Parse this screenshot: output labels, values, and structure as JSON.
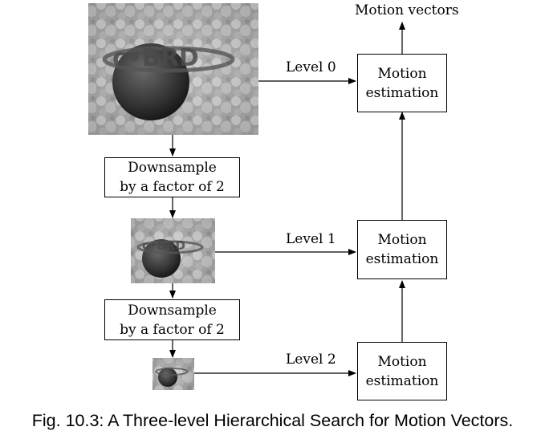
{
  "diagram": {
    "output_label": "Motion vectors",
    "levels": [
      {
        "label": "Level 0",
        "box": {
          "line1": "Motion",
          "line2": "estimation"
        }
      },
      {
        "label": "Level 1",
        "box": {
          "line1": "Motion",
          "line2": "estimation"
        }
      },
      {
        "label": "Level 2",
        "box": {
          "line1": "Motion",
          "line2": "estimation"
        }
      }
    ],
    "downsample_boxes": [
      {
        "line1": "Downsample",
        "line2": "by a factor of 2"
      },
      {
        "line1": "Downsample",
        "line2": "by a factor of 2"
      }
    ],
    "images": [
      {
        "name": "frame-level-0",
        "kind": "photo"
      },
      {
        "name": "frame-level-1",
        "kind": "photo"
      },
      {
        "name": "frame-level-2",
        "kind": "photo"
      }
    ]
  },
  "caption": "Fig. 10.3: A Three-level Hierarchical Search for Motion Vectors.",
  "colors": {
    "line": "#000000",
    "background": "#ffffff"
  }
}
